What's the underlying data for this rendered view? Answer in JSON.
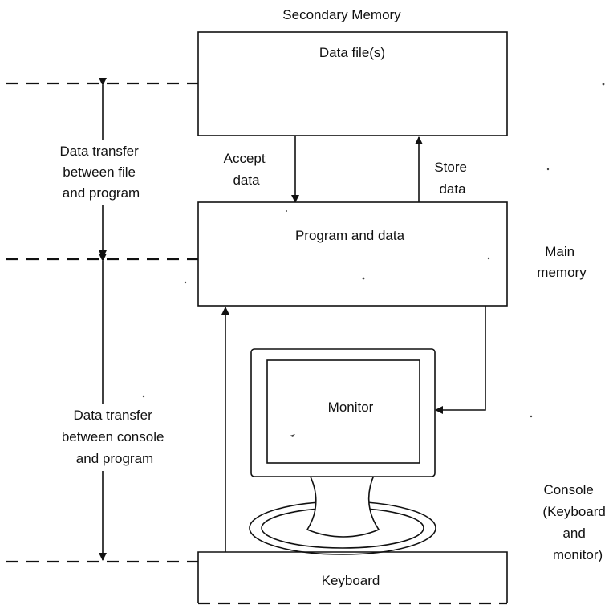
{
  "labels": {
    "secondary_memory": "Secondary Memory",
    "data_files": "Data file(s)",
    "accept_data": [
      "Accept",
      "data"
    ],
    "store_data": [
      "Store",
      "data"
    ],
    "file_transfer": [
      "Data transfer",
      "between file",
      "and program"
    ],
    "program_and_data": "Program and data",
    "main_memory": [
      "Main",
      "memory"
    ],
    "monitor": "Monitor",
    "console_transfer": [
      "Data transfer",
      "between console",
      "and program"
    ],
    "console": [
      "Console",
      "(Keyboard",
      "and",
      "monitor)"
    ],
    "keyboard": "Keyboard"
  }
}
